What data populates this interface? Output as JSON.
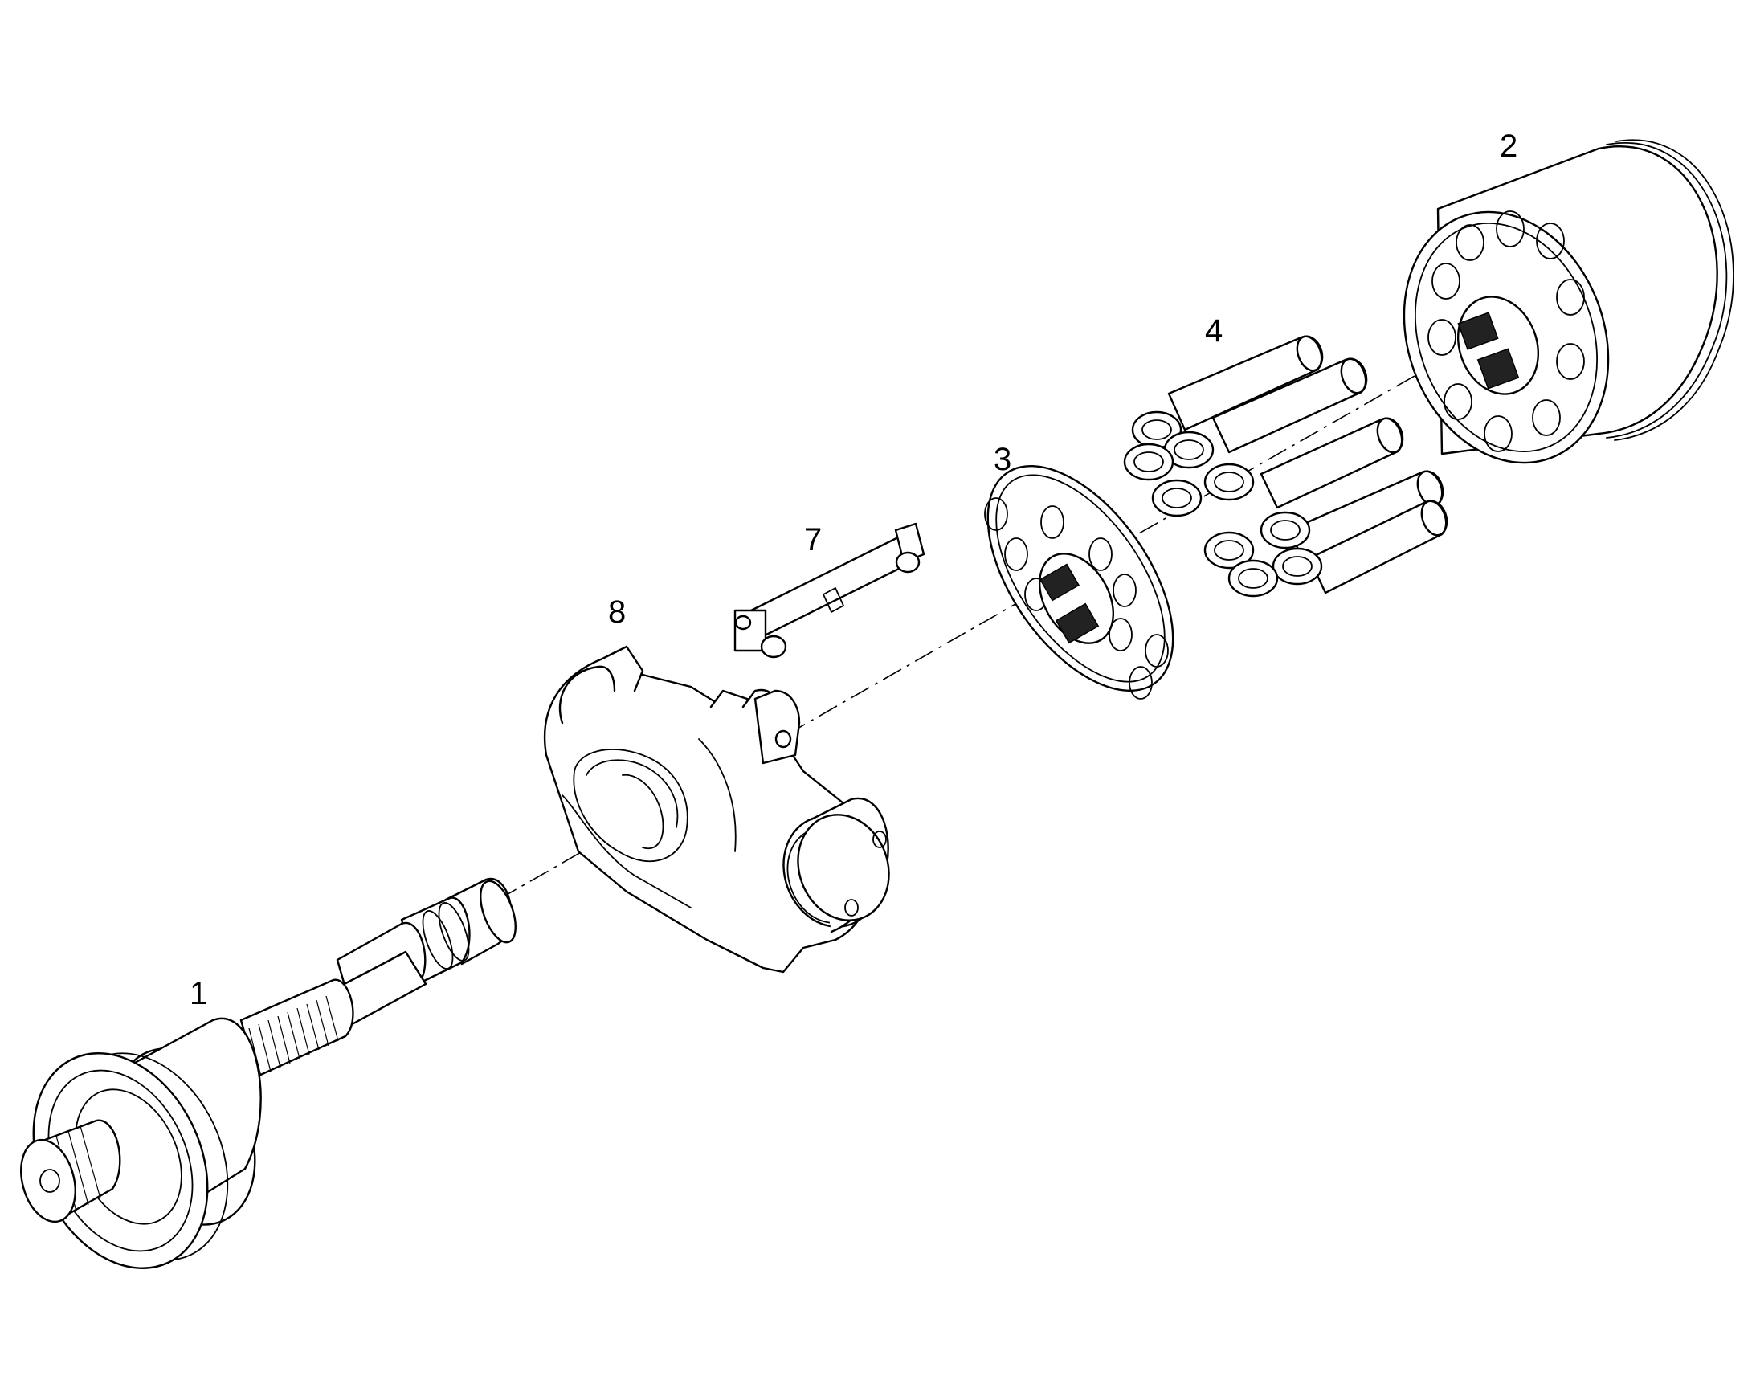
{
  "callouts": {
    "part_1": "1",
    "part_2": "2",
    "part_3": "3",
    "part_4": "4",
    "part_7": "7",
    "part_8": "8"
  }
}
